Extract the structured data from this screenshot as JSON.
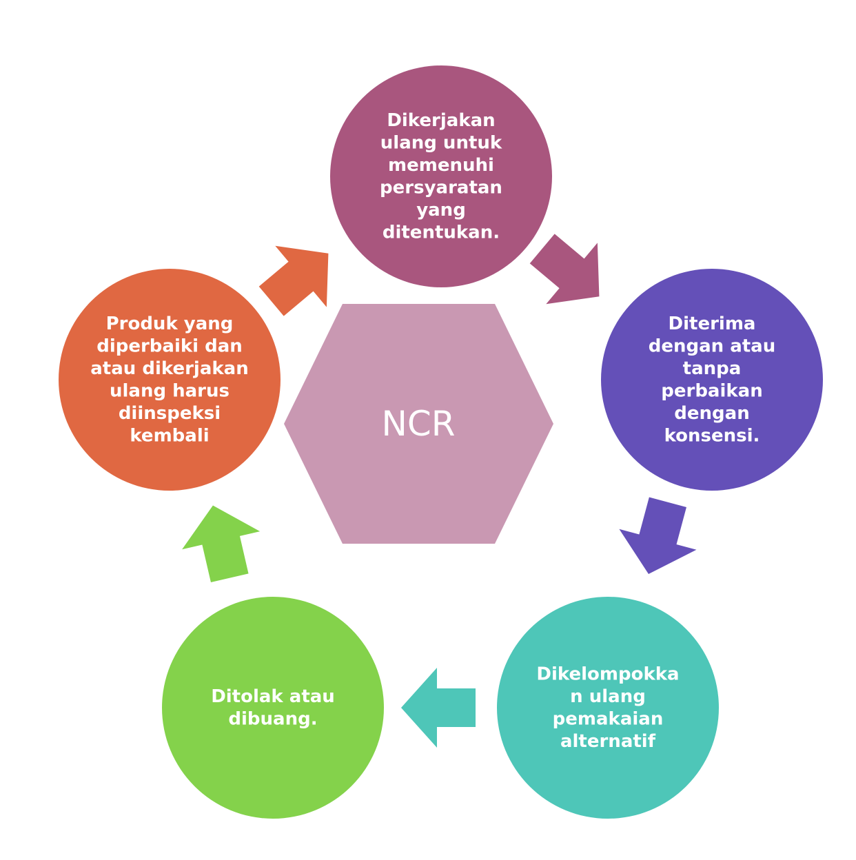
{
  "center": {
    "label": "NCR",
    "color": "#c998b2"
  },
  "nodes": [
    {
      "id": "rework",
      "lines": [
        "Dikerjakan",
        "ulang untuk",
        "memenuhi",
        "persyaratan",
        "yang",
        "ditentukan."
      ],
      "color": "#a9567e"
    },
    {
      "id": "accepted",
      "lines": [
        "Diterima",
        "dengan atau",
        "tanpa",
        "perbaikan",
        "dengan",
        "konsensi."
      ],
      "color": "#6450b8"
    },
    {
      "id": "regrade",
      "lines": [
        "Dikelompokka",
        "n ulang",
        "pemakaian",
        "alternatif"
      ],
      "color": "#4ec6b8"
    },
    {
      "id": "rejected",
      "lines": [
        "Ditolak atau",
        "dibuang."
      ],
      "color": "#84d24b"
    },
    {
      "id": "reinspect",
      "lines": [
        "Produk yang",
        "diperbaiki dan",
        "atau dikerjakan",
        "ulang harus",
        "diinspeksi",
        "kembali"
      ],
      "color": "#e06842"
    }
  ],
  "arrows": [
    {
      "id": "arrow-rework-to-accepted",
      "color": "#a9567e"
    },
    {
      "id": "arrow-accepted-to-regrade",
      "color": "#6450b8"
    },
    {
      "id": "arrow-regrade-to-rejected",
      "color": "#4ec6b8"
    },
    {
      "id": "arrow-rejected-to-reinspect",
      "color": "#84d24b"
    },
    {
      "id": "arrow-reinspect-to-rework",
      "color": "#e06842"
    }
  ]
}
